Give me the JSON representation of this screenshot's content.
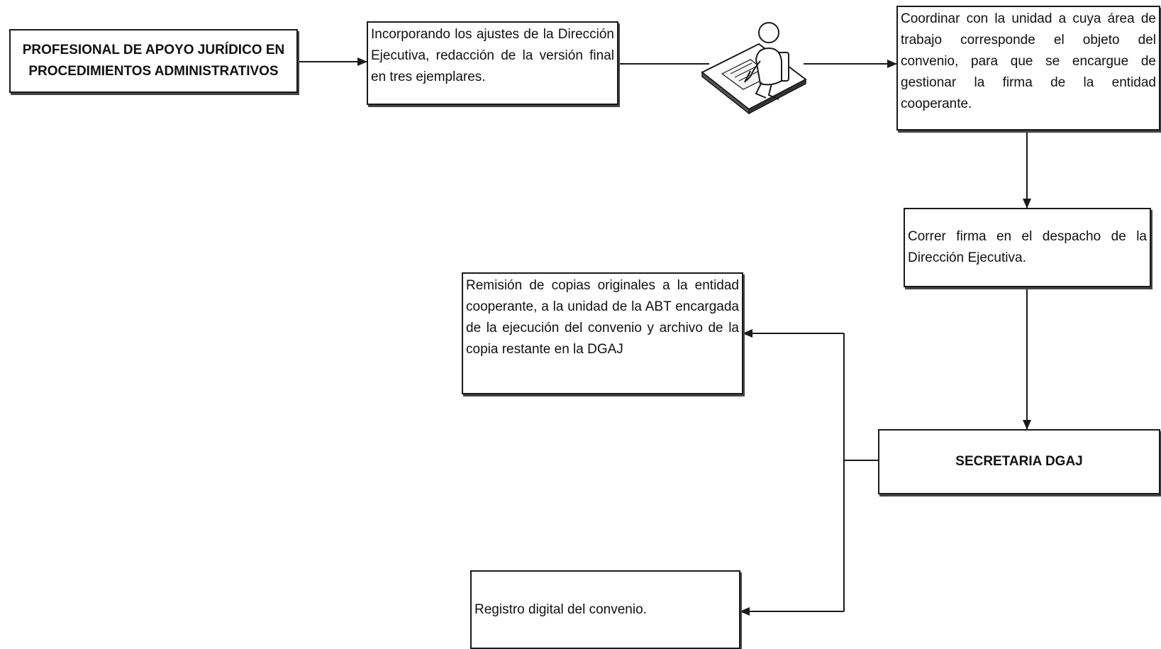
{
  "nodes": {
    "profesional": "PROFESIONAL DE APOYO JURÍDICO EN PROCEDIMIENTOS ADMINISTRATIVOS",
    "incorporando": "Incorporando los ajustes de la Dirección Ejecutiva, redacción de la versión final en tres ejemplares.",
    "coordinar": "Coordinar con la unidad a cuya área de trabajo corresponde el objeto del convenio, para que se encargue de gestionar la firma de la entidad cooperante.",
    "correr_firma": "Correr firma en el despacho de la Dirección Ejecutiva.",
    "secretaria": "SECRETARIA DGAJ",
    "remision": "Remisión de copias originales a la entidad cooperante, a la unidad de la ABT encargada de la ejecución del convenio y archivo de la copia restante en la DGAJ",
    "registro": "Registro digital del convenio."
  },
  "icons": {
    "worker": "person-at-desk-icon"
  }
}
